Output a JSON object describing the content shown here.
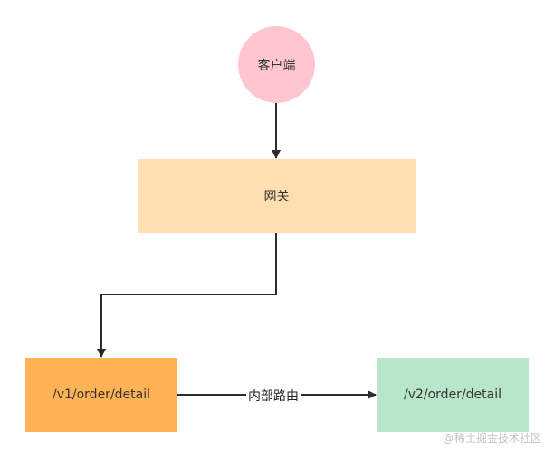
{
  "nodes": {
    "client": "客户端",
    "gateway": "网关",
    "v1": "/v1/order/detail",
    "v2": "/v2/order/detail"
  },
  "edges": {
    "internal_routing": "内部路由"
  },
  "colors": {
    "client_fill": "#ffc6d0",
    "gateway_fill": "#ffdfb2",
    "v1_fill": "#ffb354",
    "v2_fill": "#b7e6c8",
    "arrow": "#2b2b2b"
  },
  "watermark": {
    "at": "@",
    "text": "稀土掘金技术社区"
  }
}
